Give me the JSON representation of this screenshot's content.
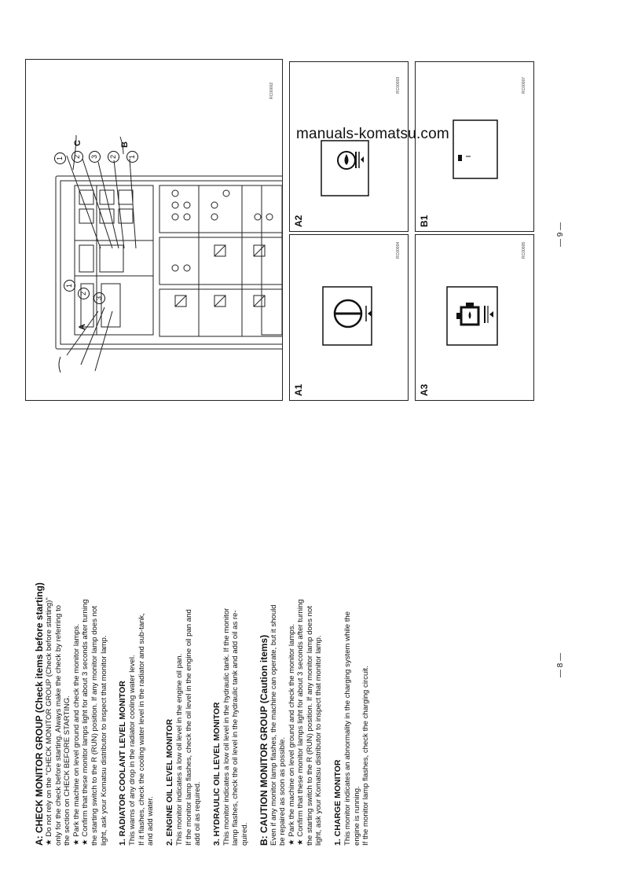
{
  "watermark": "manuals-komatsu.com",
  "page_numbers": {
    "left": "— 8 —",
    "right": "— 9 —"
  },
  "text": {
    "section_a": {
      "heading": "A: CHECK MONITOR GROUP (Check items before starting)",
      "lines": [
        "★  Do  not  rely  on  the  \"CHECK  MONITOR  GROUP  (Check before starting)\"",
        "    only for the check before starting. Always make the check by referring to",
        "    the section on CHECK BEFORE STARTING.",
        "★  Park the machine on level ground and check the monitor lamps.",
        "★  Confirm  that  these  monitor  lamps  light  for  about  3  seconds  after  turning",
        "    the starting switch to the R (RUN) position. If any monitor lamp does not",
        "    light, ask your Komatsu distributor to inspect that monitor lamp."
      ]
    },
    "item1": {
      "heading": "1.  RADIATOR COOLANT LEVEL MONITOR",
      "lines": [
        "    This warns of any drop in the radiator cooling water level.",
        "    If  it  flashes,  check  the  cooling  water  level  in  the  radiator  and  sub-tank,",
        "and add water."
      ]
    },
    "item2": {
      "heading": "2.  ENGINE OIL LEVEL MONITOR",
      "lines": [
        "    This monitor indicates a low oil level in the engine oil pan.",
        "    If  the  monitor  lamp  flashes,  check  the  oil  level  in  the  engine  oil  pan  and",
        "add oil as required."
      ]
    },
    "item3": {
      "heading": "3.  HYDRAULIC OIL LEVEL MONITOR",
      "lines": [
        "    This  monitor  indicates  a  low  oil  level  in  the  hydraulic  tank.  If  the  monitor",
        "lamp  flashes,  check  the  oil  level  in  the  hydraulic  tank  and  add  oil  as  re-",
        "quired."
      ]
    },
    "section_b": {
      "heading": "B: CAUTION MONITOR GROUP (Caution items)",
      "lines": [
        "    Even  if  any  monitor  lamp  flashes,  the  machine  can  operate,  but  it  should",
        "be repaired as soon as possible.",
        "★  Park the machine on level ground and check the monitor lamps.",
        "★  Confirm  that  these  monitor  lamps  light  for  about  3  seconds  after  turning",
        "    the starting switch to the R (RUN) position. If any monitor lamp does not",
        "    light, ask your Komatsu distributor to inspect that monitor lamp."
      ]
    },
    "item_b1": {
      "heading": "1.  CHARGE MONITOR",
      "lines": [
        "    This  monitor  indicates  an  abnormality  in  the  charging  system  while  the",
        "engine is running.",
        "    If the monitor lamp flashes, check the charging circuit."
      ]
    }
  },
  "figures": {
    "main_code": "RC00002",
    "callout_a": "A",
    "callout_b": "B",
    "callout_c": "C",
    "circle_1": "1",
    "circle_2": "2",
    "circle_3": "3",
    "a1": {
      "label": "A1",
      "code": "RC00004"
    },
    "a2": {
      "label": "A2",
      "code": "RC00003"
    },
    "a3": {
      "label": "A3",
      "code": "RC00005"
    },
    "b1": {
      "label": "B1",
      "code": "RC00007"
    }
  }
}
